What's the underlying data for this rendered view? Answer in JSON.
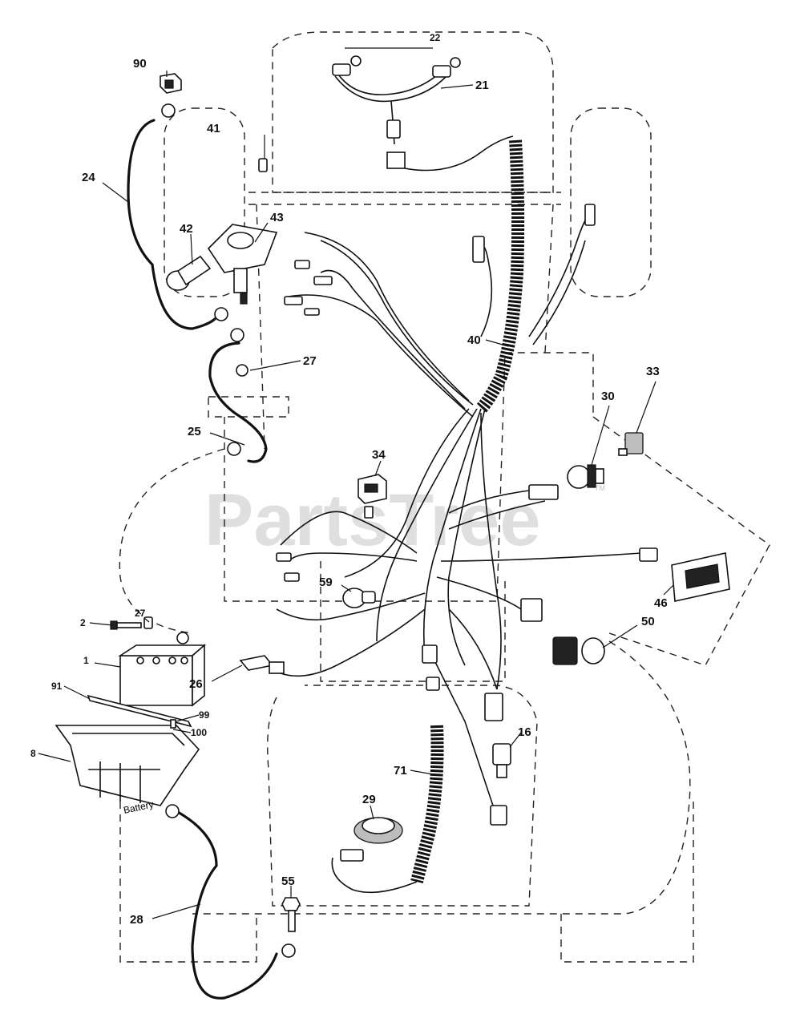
{
  "watermark": {
    "text": "PartsTree",
    "trademark": "TM"
  },
  "callouts": [
    {
      "id": "c90",
      "text": "90"
    },
    {
      "id": "c24",
      "text": "24"
    },
    {
      "id": "c41",
      "text": "41"
    },
    {
      "id": "c42",
      "text": "42"
    },
    {
      "id": "c43",
      "text": "43"
    },
    {
      "id": "c22",
      "text": "22"
    },
    {
      "id": "c21",
      "text": "21"
    },
    {
      "id": "c40",
      "text": "40"
    },
    {
      "id": "c27a",
      "text": "27"
    },
    {
      "id": "c25",
      "text": "25"
    },
    {
      "id": "c34",
      "text": "34"
    },
    {
      "id": "c33",
      "text": "33"
    },
    {
      "id": "c30",
      "text": "30"
    },
    {
      "id": "c59",
      "text": "59"
    },
    {
      "id": "c46",
      "text": "46"
    },
    {
      "id": "c2",
      "text": "2"
    },
    {
      "id": "c27b",
      "text": "27"
    },
    {
      "id": "c1",
      "text": "1"
    },
    {
      "id": "c50",
      "text": "50"
    },
    {
      "id": "c26",
      "text": "26"
    },
    {
      "id": "c91",
      "text": "91"
    },
    {
      "id": "c99",
      "text": "99"
    },
    {
      "id": "c100",
      "text": "100"
    },
    {
      "id": "c8",
      "text": "8"
    },
    {
      "id": "c16",
      "text": "16"
    },
    {
      "id": "c71",
      "text": "71"
    },
    {
      "id": "c29",
      "text": "29"
    },
    {
      "id": "c55",
      "text": "55"
    },
    {
      "id": "c28",
      "text": "28"
    }
  ],
  "battery_box_label": "Battery",
  "icons": [
    "battery-icon",
    "ignition-switch-icon",
    "solenoid-icon",
    "headlight-bulb-icon",
    "harness-connector-icon",
    "seat-switch-icon",
    "fuse-icon",
    "ammeter-icon",
    "rocker-switch-icon",
    "clutch-switch-icon",
    "cable-terminal-icon",
    "bolt-icon"
  ]
}
